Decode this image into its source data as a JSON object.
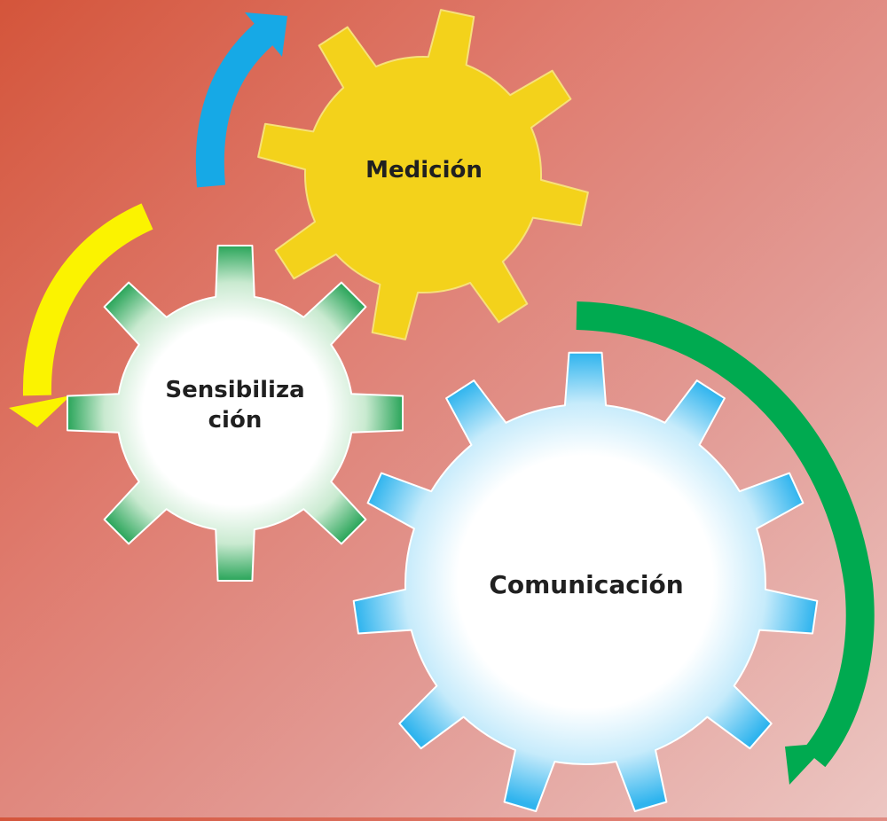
{
  "diagram": {
    "nodes": [
      {
        "id": "medicion",
        "label": "Medición",
        "color": "#f3d21b"
      },
      {
        "id": "sensibilizacion",
        "label": "Sensibiliza\nción",
        "color": "#2aa55a"
      },
      {
        "id": "comunicacion",
        "label": "Comunicación",
        "color": "#2fb4ee"
      }
    ],
    "arrows": [
      {
        "from": "sensibilizacion",
        "to": "medicion",
        "color": "#16a9e6"
      },
      {
        "from": "medicion",
        "to": "sensibilizacion",
        "color": "#fbf300"
      },
      {
        "from": "medicion",
        "to": "comunicacion",
        "color": "#00aa50"
      }
    ]
  }
}
